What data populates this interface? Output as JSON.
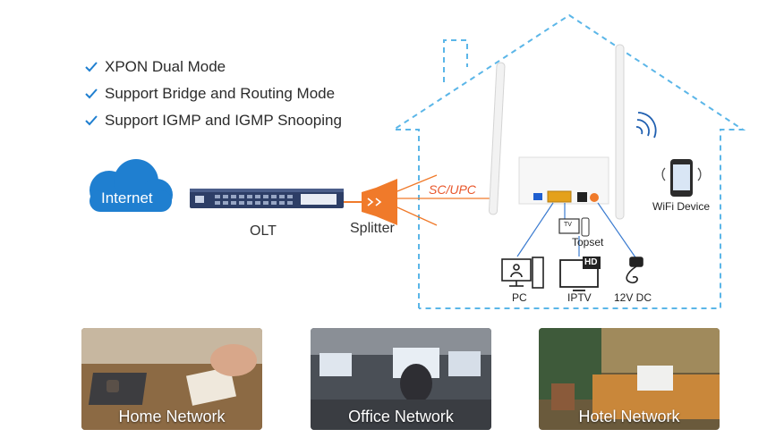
{
  "features": [
    {
      "label": "XPON Dual Mode"
    },
    {
      "label": "Support Bridge and Routing Mode"
    },
    {
      "label": "Support IGMP and IGMP Snooping"
    }
  ],
  "diagram": {
    "internet": "Internet",
    "olt": "OLT",
    "splitter": "Splitter",
    "connector": "SC/UPC",
    "wifi_device": "WiFi Device",
    "topset": "Topset",
    "pc": "PC",
    "iptv": "IPTV",
    "power": "12V DC",
    "hd_badge": "HD",
    "tv_badge": "TV"
  },
  "scenarios": [
    {
      "label": "Home Network"
    },
    {
      "label": "Office Network"
    },
    {
      "label": "Hotel Network"
    }
  ],
  "colors": {
    "accent_blue": "#1f7fd0",
    "fiber_orange": "#f07a2a",
    "house_dash": "#5bb6e8"
  }
}
